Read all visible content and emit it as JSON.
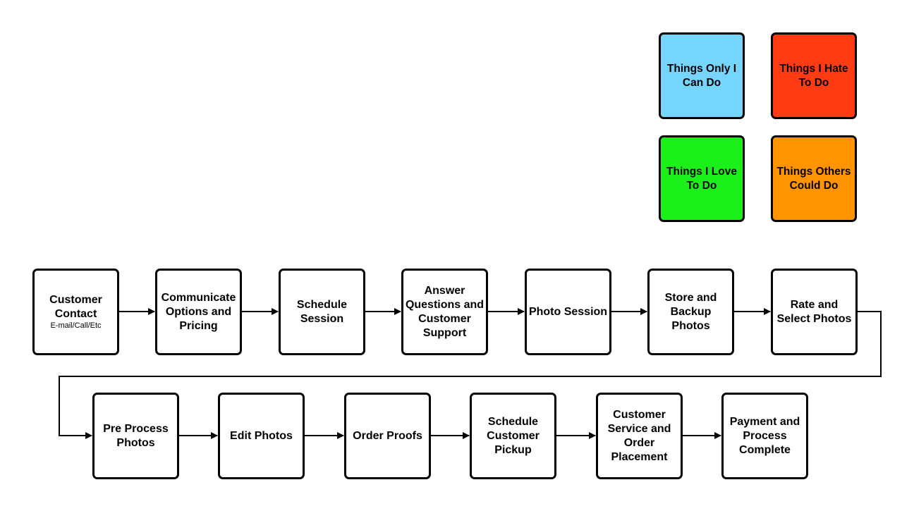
{
  "legend": [
    {
      "id": "only-i-can-do",
      "label": "Things Only I Can Do",
      "color": "#75D5FD"
    },
    {
      "id": "i-hate-to-do",
      "label": "Things I Hate To Do",
      "color": "#FF3B14"
    },
    {
      "id": "i-love-to-do",
      "label": "Things I Love To Do",
      "color": "#1BF01B"
    },
    {
      "id": "others-could-do",
      "label": "Things Others Could Do",
      "color": "#FF9300"
    }
  ],
  "steps_row1": [
    {
      "label": "Customer Contact",
      "sub": "E-mail/Call/Etc"
    },
    {
      "label": "Communicate Options and Pricing"
    },
    {
      "label": "Schedule Session"
    },
    {
      "label": "Answer Questions and Customer Support"
    },
    {
      "label": "Photo Session"
    },
    {
      "label": "Store and Backup Photos"
    },
    {
      "label": "Rate and Select Photos"
    }
  ],
  "steps_row2": [
    {
      "label": "Pre Process Photos"
    },
    {
      "label": "Edit Photos"
    },
    {
      "label": "Order Proofs"
    },
    {
      "label": "Schedule Customer Pickup"
    },
    {
      "label": "Customer Service and Order Placement"
    },
    {
      "label": "Payment and Process Complete"
    }
  ]
}
